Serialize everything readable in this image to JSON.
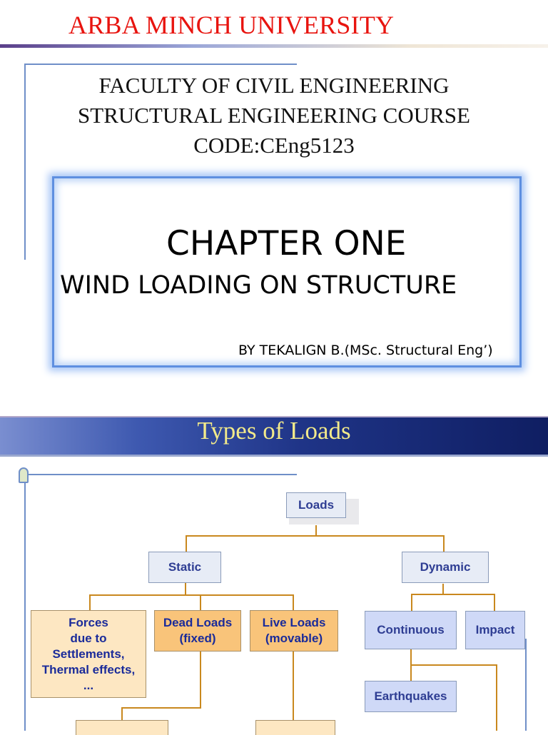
{
  "slide1": {
    "university": "ARBA MINCH UNIVERSITY",
    "faculty_line": "FACULTY OF CIVIL ENGINEERING",
    "course_line": "STRUCTURAL ENGINEERING COURSE",
    "code_line": "CODE:CEng5123",
    "chapter": "CHAPTER ONE",
    "subtitle": "WIND LOADING ON STRUCTURE",
    "author": "BY TEKALIGN B.(MSc. Structural Eng’)"
  },
  "slide2": {
    "title": "Types of Loads",
    "diagram": {
      "root": "Loads",
      "static": "Static",
      "dynamic": "Dynamic",
      "forces": "Forces\n due to\nSettlements,\nThermal effects,\n...",
      "dead_loads": "Dead Loads\n(fixed)",
      "live_loads": "Live Loads\n(movable)",
      "continuous": "Continuous",
      "impact": "Impact",
      "earthquakes": "Earthquakes"
    }
  }
}
